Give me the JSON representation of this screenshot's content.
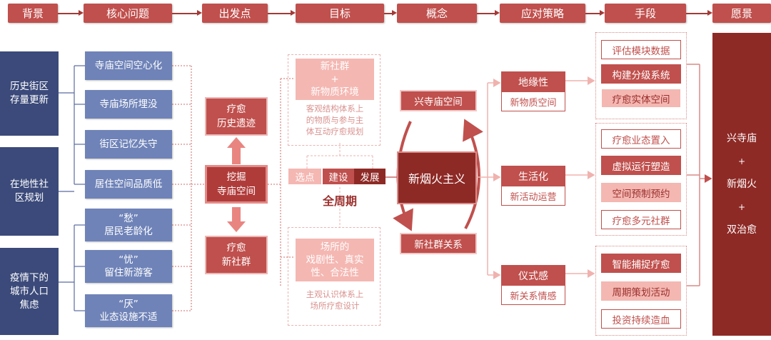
{
  "headers": [
    "背景",
    "核心问题",
    "出发点",
    "目标",
    "概念",
    "应对策略",
    "手段",
    "愿景"
  ],
  "background": [
    "历史街区\n存量更新",
    "在地性社\n区规划",
    "疫情下的\n城市人口\n焦虑"
  ],
  "issues": [
    "寺庙空间空心化",
    "寺庙场所埋没",
    "街区记忆失守",
    "居住空间品质低",
    "“愁”\n居民老龄化",
    "“忧”\n留住新游客",
    "“厌”\n业态设施不适"
  ],
  "starting_points": {
    "top": "疗愈\n历史遗迹",
    "main": "挖掘\n寺庙空间",
    "bottom": "疗愈\n新社群"
  },
  "goals": {
    "upper_box": "新社群\n+\n新物质环境",
    "upper_desc": "客观结构体系上\n的物质与参与主\n体互动疗愈规划",
    "stages": [
      "选点",
      "建设",
      "发展"
    ],
    "cycle": "全周期",
    "lower_box": "场所的\n戏剧性、真实\n性、合法性",
    "lower_desc": "主观认识体系上\n场所疗愈设计"
  },
  "concept": {
    "top": "兴寺庙空间",
    "center": "新烟火主义",
    "bottom": "新社群关系"
  },
  "strategies": [
    {
      "title": "地缘性",
      "sub": "新物质空间"
    },
    {
      "title": "生活化",
      "sub": "新活动运营"
    },
    {
      "title": "仪式感",
      "sub": "新关系情感"
    }
  ],
  "means": [
    [
      "评估模块数据",
      "构建分级系统",
      "疗愈实体空间"
    ],
    [
      "疗愈业态置入",
      "虚拟运行塑造",
      "空间预制预约",
      "疗愈多元社群"
    ],
    [
      "智能捕捉疗愈",
      "周期策划活动",
      "投资持续造血"
    ]
  ],
  "vision": [
    "兴寺庙",
    "+",
    "新烟火",
    "+",
    "双治愈"
  ],
  "colors": {
    "red": "#c0504d",
    "dark_red": "#8e2a26",
    "navy": "#3b4a7a",
    "blue": "#6f83b8",
    "pink": "#f4b7b2"
  }
}
